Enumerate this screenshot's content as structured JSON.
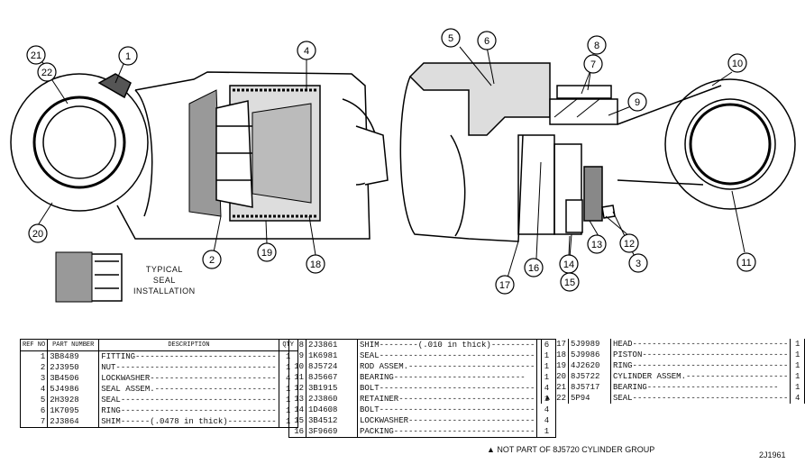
{
  "callouts": [
    "1",
    "2",
    "3",
    "4",
    "5",
    "6",
    "7",
    "8",
    "9",
    "10",
    "11",
    "12",
    "13",
    "14",
    "15",
    "16",
    "17",
    "18",
    "19",
    "20",
    "21",
    "22"
  ],
  "seal_note": [
    "TYPICAL",
    "SEAL",
    "INSTALLATION"
  ],
  "table_header": {
    "ref": "REF NO",
    "part": "PART NUMBER",
    "desc": "DESCRIPTION",
    "qty": "QTY"
  },
  "parts_left": [
    {
      "ref": "1",
      "pn": "3B8489",
      "desc": "FITTING-----------------------------",
      "qty": "1"
    },
    {
      "ref": "2",
      "pn": "2J3950",
      "desc": "NUT---------------------------------",
      "qty": "1"
    },
    {
      "ref": "3",
      "pn": "3B4506",
      "desc": "LOCKWASHER--------------------------",
      "qty": "4"
    },
    {
      "ref": "4",
      "pn": "5J4986",
      "desc": "SEAL ASSEM.-------------------------",
      "qty": "1"
    },
    {
      "ref": "5",
      "pn": "2H3928",
      "desc": "SEAL--------------------------------",
      "qty": "1"
    },
    {
      "ref": "6",
      "pn": "1K7095",
      "desc": "RING--------------------------------",
      "qty": "1"
    },
    {
      "ref": "7",
      "pn": "2J3864",
      "desc": "SHIM------(.0478 in thick)----------",
      "qty": "1"
    }
  ],
  "parts_mid": [
    {
      "ref": "8",
      "pn": "2J3861",
      "desc": "SHIM--------(.010 in thick)---------",
      "qty": "6"
    },
    {
      "ref": "9",
      "pn": "1K6981",
      "desc": "SEAL--------------------------------",
      "qty": "1"
    },
    {
      "ref": "10",
      "pn": "8J5724",
      "desc": "ROD ASSEM.--------------------------",
      "qty": "1"
    },
    {
      "ref": "11",
      "pn": "8J5667",
      "desc": "  BEARING---------------------------",
      "qty": "1"
    },
    {
      "ref": "12",
      "pn": "3B1915",
      "desc": "BOLT--------------------------------",
      "qty": "4"
    },
    {
      "ref": "13",
      "pn": "2J3860",
      "desc": "RETAINER----------------------------",
      "qty": "1"
    },
    {
      "ref": "14",
      "pn": "1D4608",
      "desc": "BOLT--------------------------------",
      "qty": "4"
    },
    {
      "ref": "15",
      "pn": "3B4512",
      "desc": "LOCKWASHER--------------------------",
      "qty": "4"
    },
    {
      "ref": "16",
      "pn": "3F9669",
      "desc": "PACKING-----------------------------",
      "qty": "1"
    }
  ],
  "parts_right": [
    {
      "mark": "",
      "ref": "17",
      "pn": "5J9989",
      "desc": "HEAD--------------------------------",
      "qty": "1"
    },
    {
      "mark": "",
      "ref": "18",
      "pn": "5J9986",
      "desc": "PISTON------------------------------",
      "qty": "1"
    },
    {
      "mark": "",
      "ref": "19",
      "pn": "4J2620",
      "desc": "RING--------------------------------",
      "qty": "1"
    },
    {
      "mark": "",
      "ref": "20",
      "pn": "8J5722",
      "desc": "CYLINDER ASSEM.---------------------",
      "qty": "1"
    },
    {
      "mark": "",
      "ref": "21",
      "pn": "8J5717",
      "desc": "  BEARING---------------------------",
      "qty": "1"
    },
    {
      "mark": "▲",
      "ref": "22",
      "pn": "5P94",
      "desc": "SEAL--------------------------------",
      "qty": "4"
    }
  ],
  "footnote": "▲ NOT PART OF 8J5720 CYLINDER GROUP",
  "drawing_code": "2J1961"
}
